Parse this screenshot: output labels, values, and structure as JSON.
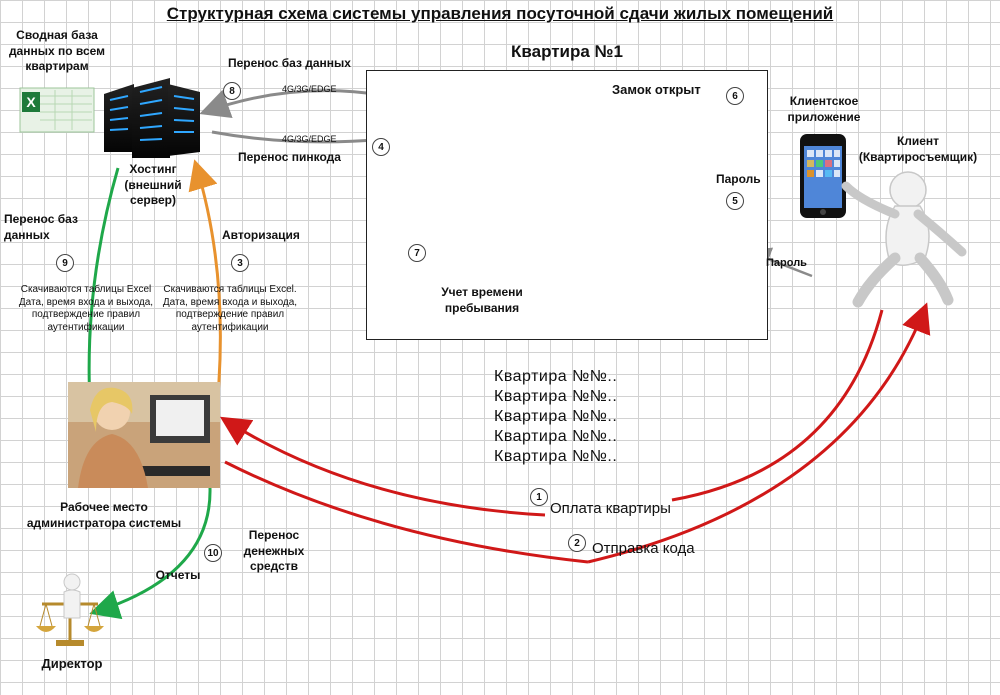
{
  "title": "Структурная схема системы управления посуточной сдачи жилых помещений",
  "apartment": {
    "title": "Квартира №1",
    "lock_label": "Замок открыт",
    "password_label": "Пароль",
    "time_label": "Учет времени пребывания"
  },
  "database_label": "Сводная база данных по всем квартирам",
  "hosting_label": "Хостинг (внешний сервер)",
  "transfer_db_label": "Перенос баз данных",
  "network_label_top": "4G/3G/EDGE",
  "network_label_bottom": "4G/3G/EDGE",
  "transfer_pin_label": "Перенос пинкода",
  "transfer_db_left_label": "Перенос баз данных",
  "authorization_label": "Авторизация",
  "download_note_left": "Скачиваются таблицы Excel Дата, время входа и выхода, подтверждение правил аутентификации",
  "download_note_right": "Скачиваются таблицы Excel. Дата, время входа и выхода, подтверждение правил аутентификации",
  "client_app_label": "Клиентское приложение",
  "client_label": "Клиент (Квартиросъемщик)",
  "password_arrow_label": "Пароль",
  "apartments_more": [
    "Квартира №№..",
    "Квартира №№..",
    "Квартира №№..",
    "Квартира №№..",
    "Квартира №№.."
  ],
  "step_payment": "Оплата квартиры",
  "step_code": "Отправка кода",
  "admin_label": "Рабочее место администратора системы",
  "transfer_money_label": "Перенос денежных средств",
  "reports_label": "Отчеты",
  "director_label": "Директор",
  "badges": {
    "b1": "1",
    "b2": "2",
    "b3": "3",
    "b4": "4",
    "b5": "5",
    "b6": "6",
    "b7": "7",
    "b8": "8",
    "b9": "9",
    "b10": "10"
  },
  "colors": {
    "arrow_gray": "#8a8a8a",
    "arrow_green": "#1fa84a",
    "arrow_orange": "#e8922e",
    "arrow_red": "#d01818"
  }
}
